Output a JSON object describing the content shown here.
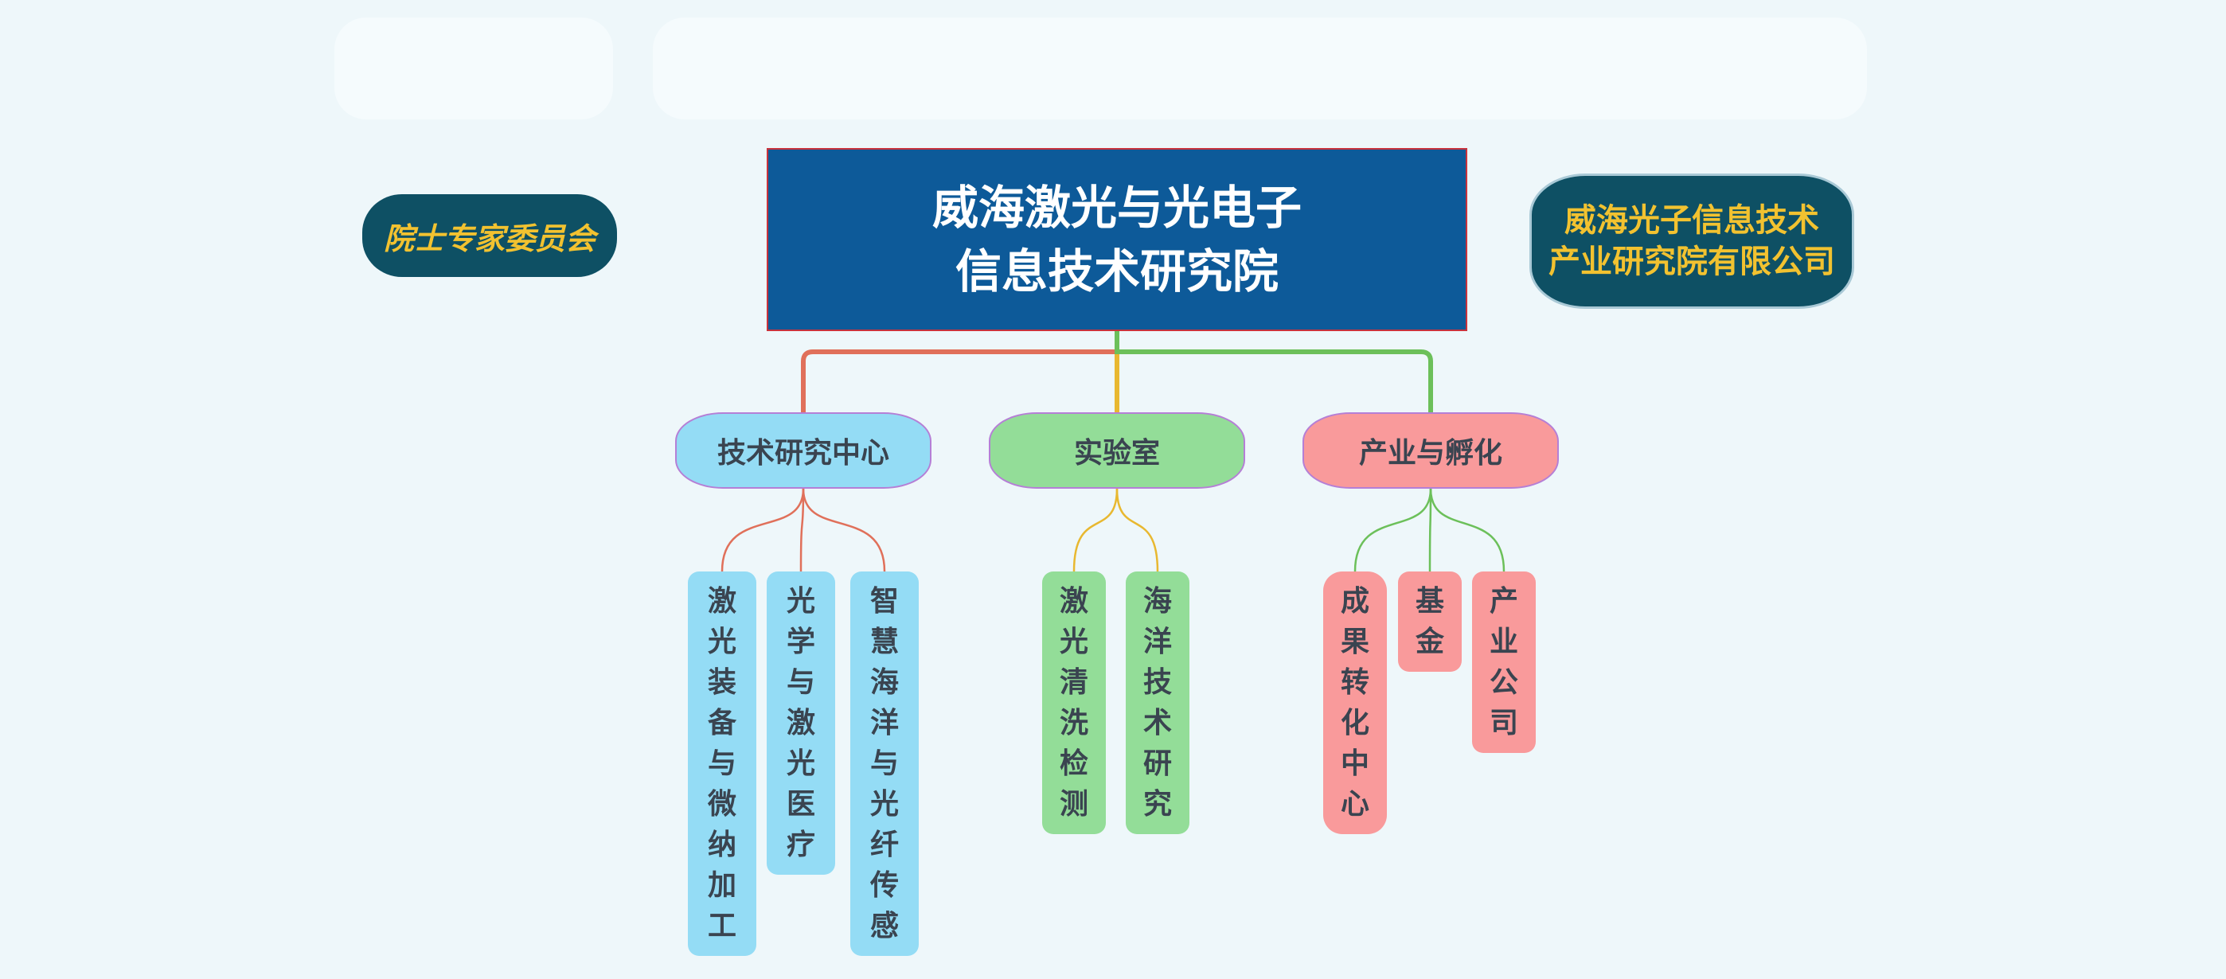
{
  "title_box": {
    "lines": [
      "威海激光与光电子",
      "信息技术研究院"
    ]
  },
  "left_badge": {
    "label": "院士专家委员会"
  },
  "right_badge": {
    "lines": [
      "威海光子信息技术",
      "产业研究院有限公司"
    ]
  },
  "branches": [
    {
      "label": "技术研究中心",
      "color": "#94dcf5",
      "line_color": "#e0705a",
      "leaves": [
        "激光装备与微纳加工",
        "光学与激光医疗",
        "智慧海洋与光纤传感"
      ]
    },
    {
      "label": "实验室",
      "color": "#93dd98",
      "line_color": "#e8b830",
      "leaves": [
        "激光清洗检测",
        "海洋技术研究"
      ]
    },
    {
      "label": "产业与孵化",
      "color": "#f99a9b",
      "line_color": "#6cc05a",
      "leaves": [
        "成果转化中心",
        "基金",
        "产业公司"
      ]
    }
  ]
}
